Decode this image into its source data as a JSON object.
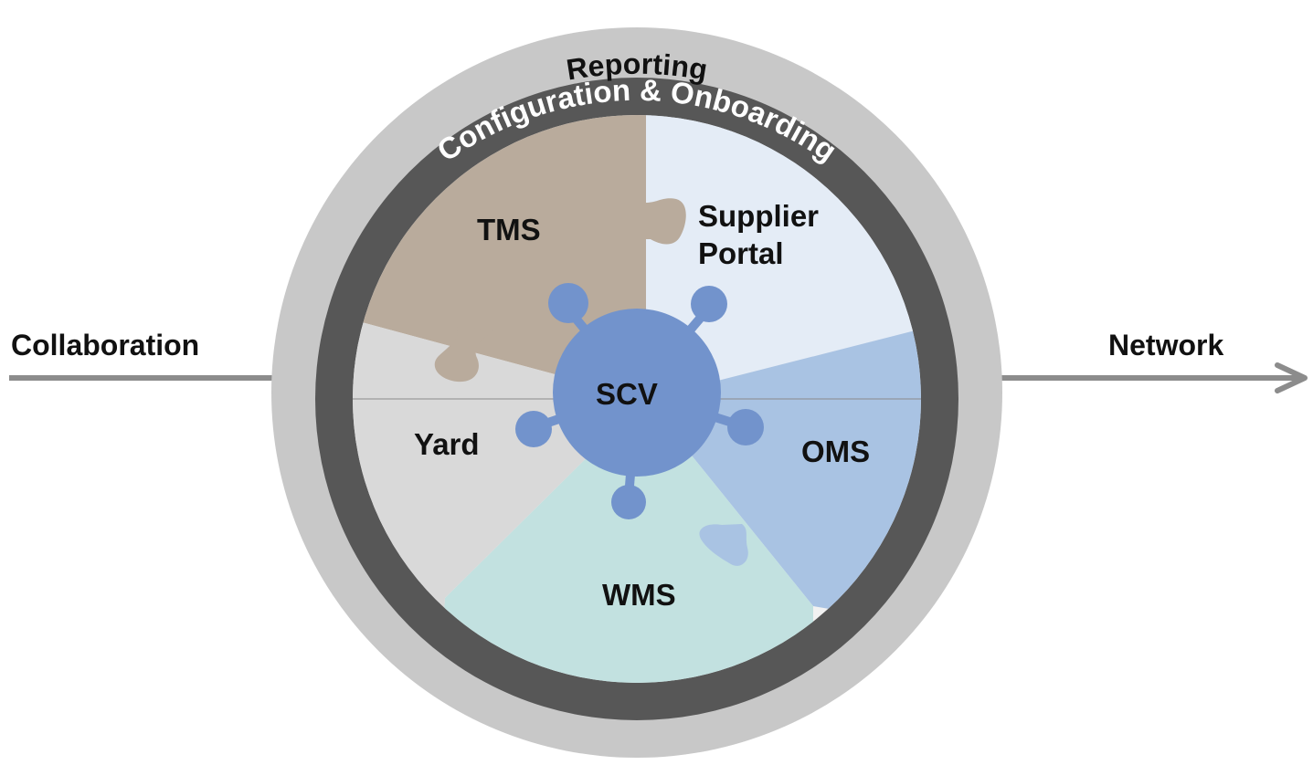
{
  "left_label": "Collaboration",
  "right_label": "Network",
  "outer_ring_label": "Reporting",
  "inner_ring_label": "Configuration & Onboarding",
  "center_label": "SCV",
  "segments": {
    "tms": "TMS",
    "supplier_line1": "Supplier",
    "supplier_line2": "Portal",
    "oms": "OMS",
    "wms": "WMS",
    "yard": "Yard"
  },
  "colors": {
    "outer_ring": "#c8c8c8",
    "inner_ring": "#575757",
    "tms": "#b9ab9c",
    "supplier": "#e4ecf6",
    "oms": "#a9c3e3",
    "wms": "#c2e1e0",
    "yard": "#d9d9d9",
    "center": "#7293cc",
    "arrow": "#8c8c8c"
  }
}
